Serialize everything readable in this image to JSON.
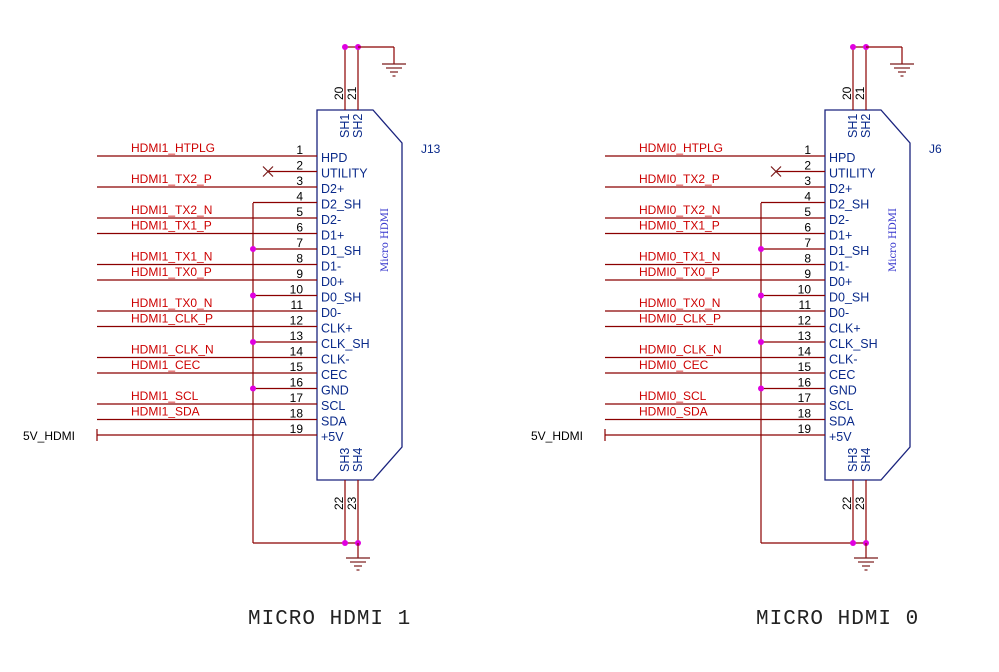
{
  "connectors": [
    {
      "refdes": "J13",
      "body_label": "Micro HDMI",
      "caption": "MICRO HDMI 1",
      "power_label": "5V_HDMI",
      "top_pins": [
        {
          "num": "20",
          "name": "SH1"
        },
        {
          "num": "21",
          "name": "SH2"
        }
      ],
      "bottom_pins": [
        {
          "num": "22",
          "name": "SH3"
        },
        {
          "num": "23",
          "name": "SH4"
        }
      ],
      "pins": [
        {
          "num": "1",
          "name": "HPD",
          "net": "HDMI1_HTPLG",
          "conn": "net"
        },
        {
          "num": "2",
          "name": "UTILITY",
          "net": "",
          "conn": "nc"
        },
        {
          "num": "3",
          "name": "D2+",
          "net": "HDMI1_TX2_P",
          "conn": "net"
        },
        {
          "num": "4",
          "name": "D2_SH",
          "net": "",
          "conn": "gnd"
        },
        {
          "num": "5",
          "name": "D2-",
          "net": "HDMI1_TX2_N",
          "conn": "net"
        },
        {
          "num": "6",
          "name": "D1+",
          "net": "HDMI1_TX1_P",
          "conn": "net"
        },
        {
          "num": "7",
          "name": "D1_SH",
          "net": "",
          "conn": "gnd"
        },
        {
          "num": "8",
          "name": "D1-",
          "net": "HDMI1_TX1_N",
          "conn": "net"
        },
        {
          "num": "9",
          "name": "D0+",
          "net": "HDMI1_TX0_P",
          "conn": "net"
        },
        {
          "num": "10",
          "name": "D0_SH",
          "net": "",
          "conn": "gnd"
        },
        {
          "num": "11",
          "name": "D0-",
          "net": "HDMI1_TX0_N",
          "conn": "net"
        },
        {
          "num": "12",
          "name": "CLK+",
          "net": "HDMI1_CLK_P",
          "conn": "net"
        },
        {
          "num": "13",
          "name": "CLK_SH",
          "net": "",
          "conn": "gnd"
        },
        {
          "num": "14",
          "name": "CLK-",
          "net": "HDMI1_CLK_N",
          "conn": "net"
        },
        {
          "num": "15",
          "name": "CEC",
          "net": "HDMI1_CEC",
          "conn": "net"
        },
        {
          "num": "16",
          "name": "GND",
          "net": "",
          "conn": "gnd"
        },
        {
          "num": "17",
          "name": "SCL",
          "net": "HDMI1_SCL",
          "conn": "net"
        },
        {
          "num": "18",
          "name": "SDA",
          "net": "HDMI1_SDA",
          "conn": "net"
        },
        {
          "num": "19",
          "name": "+5V",
          "net": "",
          "conn": "pwr"
        }
      ]
    },
    {
      "refdes": "J6",
      "body_label": "Micro HDMI",
      "caption": "MICRO HDMI 0",
      "power_label": "5V_HDMI",
      "top_pins": [
        {
          "num": "20",
          "name": "SH1"
        },
        {
          "num": "21",
          "name": "SH2"
        }
      ],
      "bottom_pins": [
        {
          "num": "22",
          "name": "SH3"
        },
        {
          "num": "23",
          "name": "SH4"
        }
      ],
      "pins": [
        {
          "num": "1",
          "name": "HPD",
          "net": "HDMI0_HTPLG",
          "conn": "net"
        },
        {
          "num": "2",
          "name": "UTILITY",
          "net": "",
          "conn": "nc"
        },
        {
          "num": "3",
          "name": "D2+",
          "net": "HDMI0_TX2_P",
          "conn": "net"
        },
        {
          "num": "4",
          "name": "D2_SH",
          "net": "",
          "conn": "gnd"
        },
        {
          "num": "5",
          "name": "D2-",
          "net": "HDMI0_TX2_N",
          "conn": "net"
        },
        {
          "num": "6",
          "name": "D1+",
          "net": "HDMI0_TX1_P",
          "conn": "net"
        },
        {
          "num": "7",
          "name": "D1_SH",
          "net": "",
          "conn": "gnd"
        },
        {
          "num": "8",
          "name": "D1-",
          "net": "HDMI0_TX1_N",
          "conn": "net"
        },
        {
          "num": "9",
          "name": "D0+",
          "net": "HDMI0_TX0_P",
          "conn": "net"
        },
        {
          "num": "10",
          "name": "D0_SH",
          "net": "",
          "conn": "gnd"
        },
        {
          "num": "11",
          "name": "D0-",
          "net": "HDMI0_TX0_N",
          "conn": "net"
        },
        {
          "num": "12",
          "name": "CLK+",
          "net": "HDMI0_CLK_P",
          "conn": "net"
        },
        {
          "num": "13",
          "name": "CLK_SH",
          "net": "",
          "conn": "gnd"
        },
        {
          "num": "14",
          "name": "CLK-",
          "net": "HDMI0_CLK_N",
          "conn": "net"
        },
        {
          "num": "15",
          "name": "CEC",
          "net": "HDMI0_CEC",
          "conn": "net"
        },
        {
          "num": "16",
          "name": "GND",
          "net": "",
          "conn": "gnd"
        },
        {
          "num": "17",
          "name": "SCL",
          "net": "HDMI0_SCL",
          "conn": "net"
        },
        {
          "num": "18",
          "name": "SDA",
          "net": "HDMI0_SDA",
          "conn": "net"
        },
        {
          "num": "19",
          "name": "+5V",
          "net": "",
          "conn": "pwr"
        }
      ]
    }
  ],
  "colors": {
    "wire": "#8b0000",
    "net_label": "#cc0000",
    "junction": "#e000e0",
    "body": "#1a237e",
    "pin_name": "#0a2a8a"
  }
}
